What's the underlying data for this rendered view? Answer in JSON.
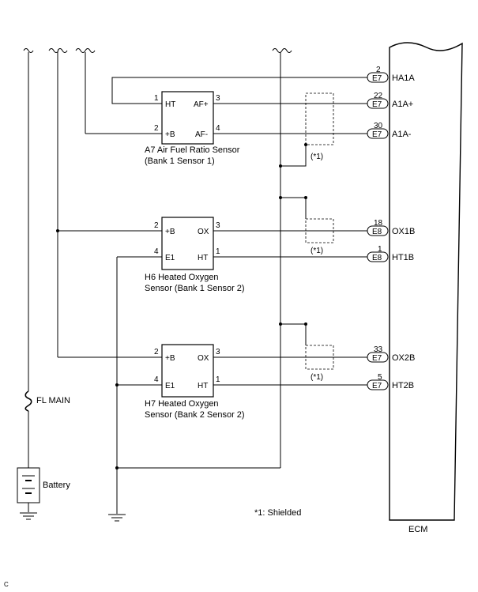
{
  "ecm": {
    "label": "ECM",
    "terminals": [
      {
        "connector": "E7",
        "pin": "2",
        "signal": "HA1A"
      },
      {
        "connector": "E7",
        "pin": "22",
        "signal": "A1A+"
      },
      {
        "connector": "E7",
        "pin": "30",
        "signal": "A1A-"
      },
      {
        "connector": "E8",
        "pin": "18",
        "signal": "OX1B"
      },
      {
        "connector": "E8",
        "pin": "1",
        "signal": "HT1B"
      },
      {
        "connector": "E7",
        "pin": "33",
        "signal": "OX2B"
      },
      {
        "connector": "E7",
        "pin": "5",
        "signal": "HT2B"
      }
    ]
  },
  "sensors": [
    {
      "name_line1": "A7 Air Fuel Ratio Sensor",
      "name_line2": "(Bank 1 Sensor 1)",
      "pins": [
        {
          "num": "1",
          "label": "HT"
        },
        {
          "num": "2",
          "label": "+B"
        },
        {
          "num": "3",
          "label": "AF+"
        },
        {
          "num": "4",
          "label": "AF-"
        }
      ]
    },
    {
      "name_line1": "H6 Heated Oxygen",
      "name_line2": "Sensor (Bank 1 Sensor 2)",
      "pins": [
        {
          "num": "2",
          "label": "+B"
        },
        {
          "num": "4",
          "label": "E1"
        },
        {
          "num": "3",
          "label": "OX"
        },
        {
          "num": "1",
          "label": "HT"
        }
      ]
    },
    {
      "name_line1": "H7 Heated Oxygen",
      "name_line2": "Sensor (Bank 2 Sensor 2)",
      "pins": [
        {
          "num": "2",
          "label": "+B"
        },
        {
          "num": "4",
          "label": "E1"
        },
        {
          "num": "3",
          "label": "OX"
        },
        {
          "num": "1",
          "label": "HT"
        }
      ]
    }
  ],
  "shield_mark": "(*1)",
  "fuse_label": "FL MAIN",
  "battery_label": "Battery",
  "note": "*1: Shielded",
  "corner_mark": "C"
}
